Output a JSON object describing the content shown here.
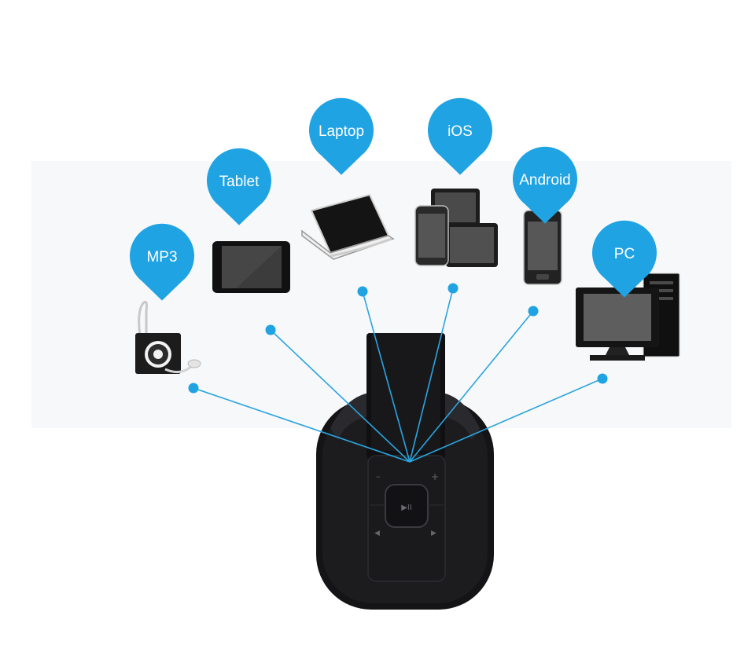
{
  "colors": {
    "pin": "#1fa3e3",
    "line": "#2aa4df",
    "dot": "#1fa3e3",
    "device": "#2a2a2a",
    "headset": "#1e1e20"
  },
  "devices": [
    {
      "id": "mp3",
      "label": "MP3",
      "icon": "mp3-player-icon"
    },
    {
      "id": "tablet",
      "label": "Tablet",
      "icon": "tablet-icon"
    },
    {
      "id": "laptop",
      "label": "Laptop",
      "icon": "laptop-icon"
    },
    {
      "id": "ios",
      "label": "iOS",
      "icon": "ios-devices-icon"
    },
    {
      "id": "android",
      "label": "Android",
      "icon": "android-phone-icon"
    },
    {
      "id": "pc",
      "label": "PC",
      "icon": "desktop-pc-icon"
    }
  ],
  "hub": {
    "icon": "bluetooth-headphone-icon"
  }
}
